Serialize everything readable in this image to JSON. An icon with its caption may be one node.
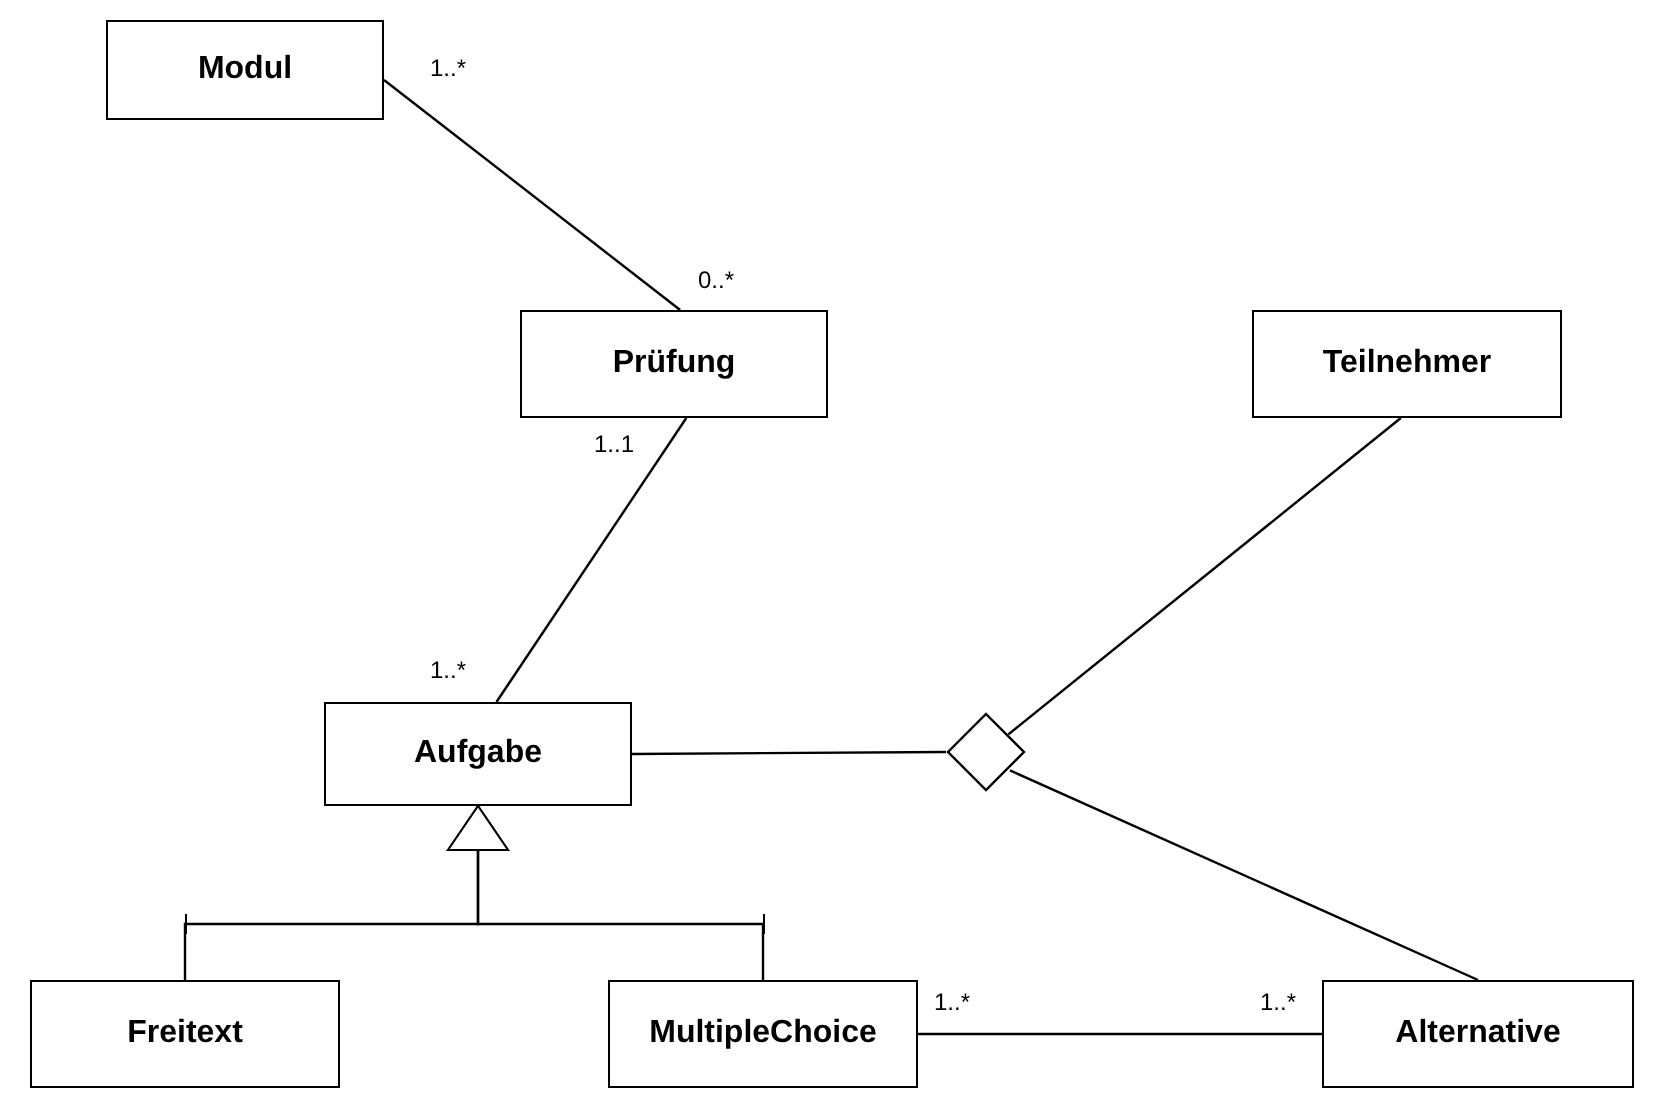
{
  "diagram": {
    "nodes": [
      {
        "text": [
          "Modul"
        ]
      },
      {
        "text": [
          "Prüfung"
        ]
      },
      {
        "text": [
          "Teilnehmer"
        ]
      },
      {
        "text": [
          "Aufgabe"
        ]
      },
      {
        "text": [],
        "shape": "diamond"
      },
      {
        "text": [
          "Freitext"
        ]
      },
      {
        "text": [
          "MultipleChoice"
        ]
      },
      {
        "text": [
          "Alternative"
        ]
      }
    ],
    "edges": [
      {
        "from": 0,
        "to": 1,
        "arrow": "none"
      },
      {
        "from": 1,
        "to": 3,
        "arrow": "none"
      },
      {
        "from": 3,
        "to": 4,
        "arrow": "none"
      },
      {
        "from": 2,
        "to": 4,
        "arrow": "none"
      },
      {
        "from": 4,
        "to": 7,
        "arrow": "none"
      },
      {
        "from": 5,
        "to": 3,
        "arrow": "to"
      },
      {
        "from": 6,
        "to": 3,
        "arrow": "to"
      },
      {
        "from": 6,
        "to": 7,
        "arrow": "none"
      }
    ],
    "labels": [
      "1..*",
      "0..*",
      "1..1",
      "1..*",
      "1..*",
      "1..*"
    ]
  }
}
